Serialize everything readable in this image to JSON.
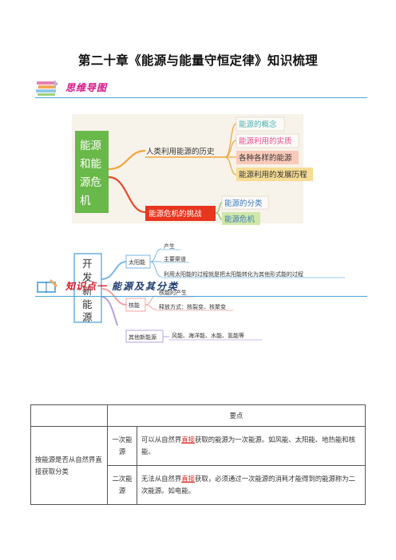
{
  "doc_title": "第二十章《能源与能量守恒定律》知识梳理",
  "mind_map_header": {
    "badge": "思维导图"
  },
  "mindmap1": {
    "root": [
      "能源",
      "和能",
      "源危",
      "机"
    ],
    "branch1": "人类利用能源的历史",
    "branch1_items": [
      "能源的概念",
      "能源利用的实质",
      "各种各样的能源",
      "能源利用的发展历程"
    ],
    "branch2": "能源危机的挑战",
    "branch2_items": [
      "能源的分类",
      "能源危机"
    ]
  },
  "mindmap2": {
    "root": [
      "开",
      "发",
      "新",
      "能",
      "源"
    ],
    "solar": "太阳能",
    "solar_items": [
      "产生",
      "主要渠道",
      "利用太阳能的过程就是把太阳能转化为其他形式能的过程"
    ],
    "nuclear": "核能",
    "nuclear_items": [
      "核能的产生",
      "释放方式：核裂变、核聚变"
    ],
    "other": "其他新能源",
    "other_items": [
      "风能、海洋能、水能、氢能等"
    ]
  },
  "knowledge_header": {
    "badge": "知识点一",
    "title": "能源及其分类"
  },
  "table": {
    "header": "要点",
    "category": "按能源是否从自然界直接获取分类",
    "rows": [
      {
        "type": "一次能源",
        "pre": "可以从自然界",
        "key": "直接",
        "post": "获取的能源为一次能源。如风能、太阳能、地热能和核能。"
      },
      {
        "type": "二次能源",
        "pre": "无法从自然界",
        "key": "直接",
        "post": "获取，必须通过一次能源的消耗才能得到的能源称为二次能源。如电能。"
      }
    ]
  }
}
